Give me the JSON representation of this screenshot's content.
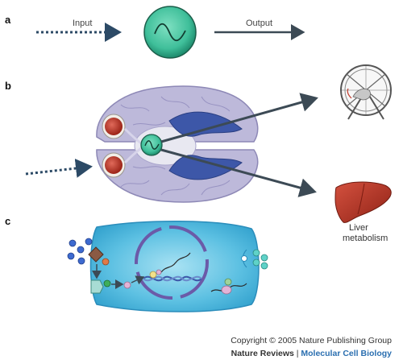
{
  "panels": {
    "a": {
      "label": "a",
      "input_label": "Input",
      "output_label": "Output"
    },
    "b": {
      "label": "b",
      "liver_label_line1": "Liver",
      "liver_label_line2": "metabolism"
    },
    "c": {
      "label": "c"
    }
  },
  "credits": {
    "copyright": "Copyright © 2005 Nature Publishing Group",
    "journal_a": "Nature Reviews",
    "separator": " | ",
    "journal_b": "Molecular Cell Biology"
  },
  "colors": {
    "oscillator_fill": "#3fbf9a",
    "arrow": "#3c4a55",
    "brain": "#b9b6d6",
    "brain_tract": "#3d57a8",
    "eye": "#c0392b",
    "cell": "#47b3da",
    "liver": "#b8372b"
  }
}
